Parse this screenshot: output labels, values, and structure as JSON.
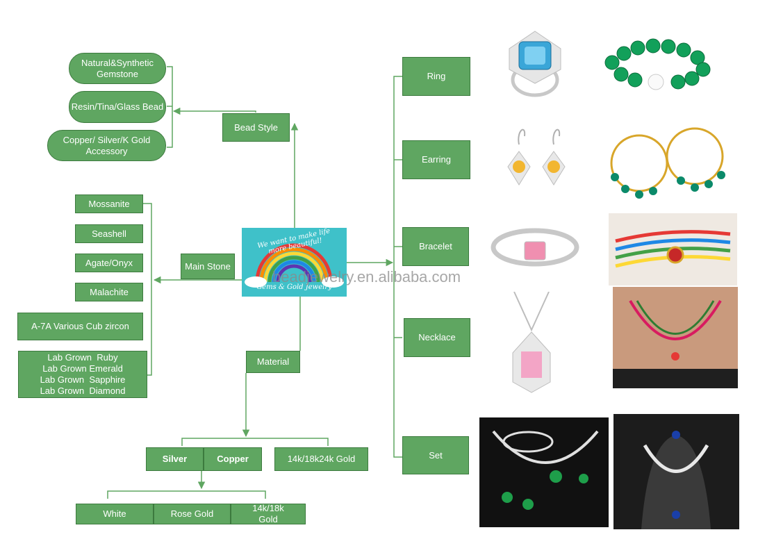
{
  "center": {
    "logo_slogan": "We want to make life more beautiful!",
    "logo_brand": "Gems & Gold Jewelry",
    "watermark": "beadjewelry.en.alibaba.com"
  },
  "bead_style": {
    "label": "Bead Style",
    "items": [
      "Natural&Synthetic Gemstone",
      "Resin/Tina/Glass Bead",
      "Copper/ Silver/K Gold Accessory"
    ]
  },
  "main_stone": {
    "label": "Main Stone",
    "items": [
      "Mossanite",
      "Seashell",
      "Agate/Onyx",
      "Malachite",
      "A-7A Various Cub zircon"
    ],
    "lab_grown": [
      "Lab Grown  Ruby",
      "Lab Grown Emerald",
      "Lab Grown  Sapphire",
      "Lab Grown  Diamond"
    ]
  },
  "material": {
    "label": "Material",
    "items": [
      "Silver",
      "Copper",
      "14k/18k24k Gold"
    ],
    "silver_colors": [
      "White",
      "Rose Gold",
      "14k/18k Gold"
    ]
  },
  "products": {
    "categories": [
      "Ring",
      "Earring",
      "Bracelet",
      "Necklace",
      "Set"
    ],
    "photos": [
      {
        "category": "Ring",
        "items": [
          "aquamarine-cocktail-ring",
          "green-bead-pearl-bracelet"
        ]
      },
      {
        "category": "Earring",
        "items": [
          "citrine-drop-earrings",
          "gold-hoop-green-bead-earrings"
        ]
      },
      {
        "category": "Bracelet",
        "items": [
          "pink-stone-tennis-bracelet",
          "multicolor-bead-bracelet"
        ]
      },
      {
        "category": "Necklace",
        "items": [
          "pink-stone-pendant",
          "multicolor-bead-necklace-on-model"
        ]
      },
      {
        "category": "Set",
        "items": [
          "emerald-jewelry-set",
          "sapphire-jewelry-set-on-bust"
        ]
      }
    ]
  },
  "colors": {
    "box_fill": "#5fa661",
    "box_border": "#3c7a3e",
    "connector": "#5fa661",
    "logo_bg": "#3fc1c9"
  }
}
